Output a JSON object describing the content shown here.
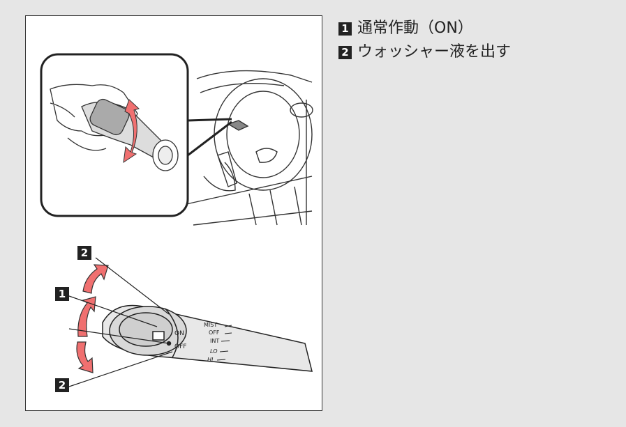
{
  "legend": {
    "items": [
      {
        "number": "1",
        "label": "通常作動（ON）"
      },
      {
        "number": "2",
        "label": "ウォッシャー液を出す"
      }
    ]
  },
  "callouts": {
    "top": "2",
    "middle": "1",
    "bottom": "2"
  },
  "switch_labels": {
    "on": "ON",
    "off": "OFF",
    "mist": "MIST",
    "off2": "OFF",
    "int": "INT",
    "lo": "LO",
    "hi": "HI"
  },
  "colors": {
    "background": "#e6e6e6",
    "arrow_pink": "#f07070",
    "badge": "#222222"
  }
}
